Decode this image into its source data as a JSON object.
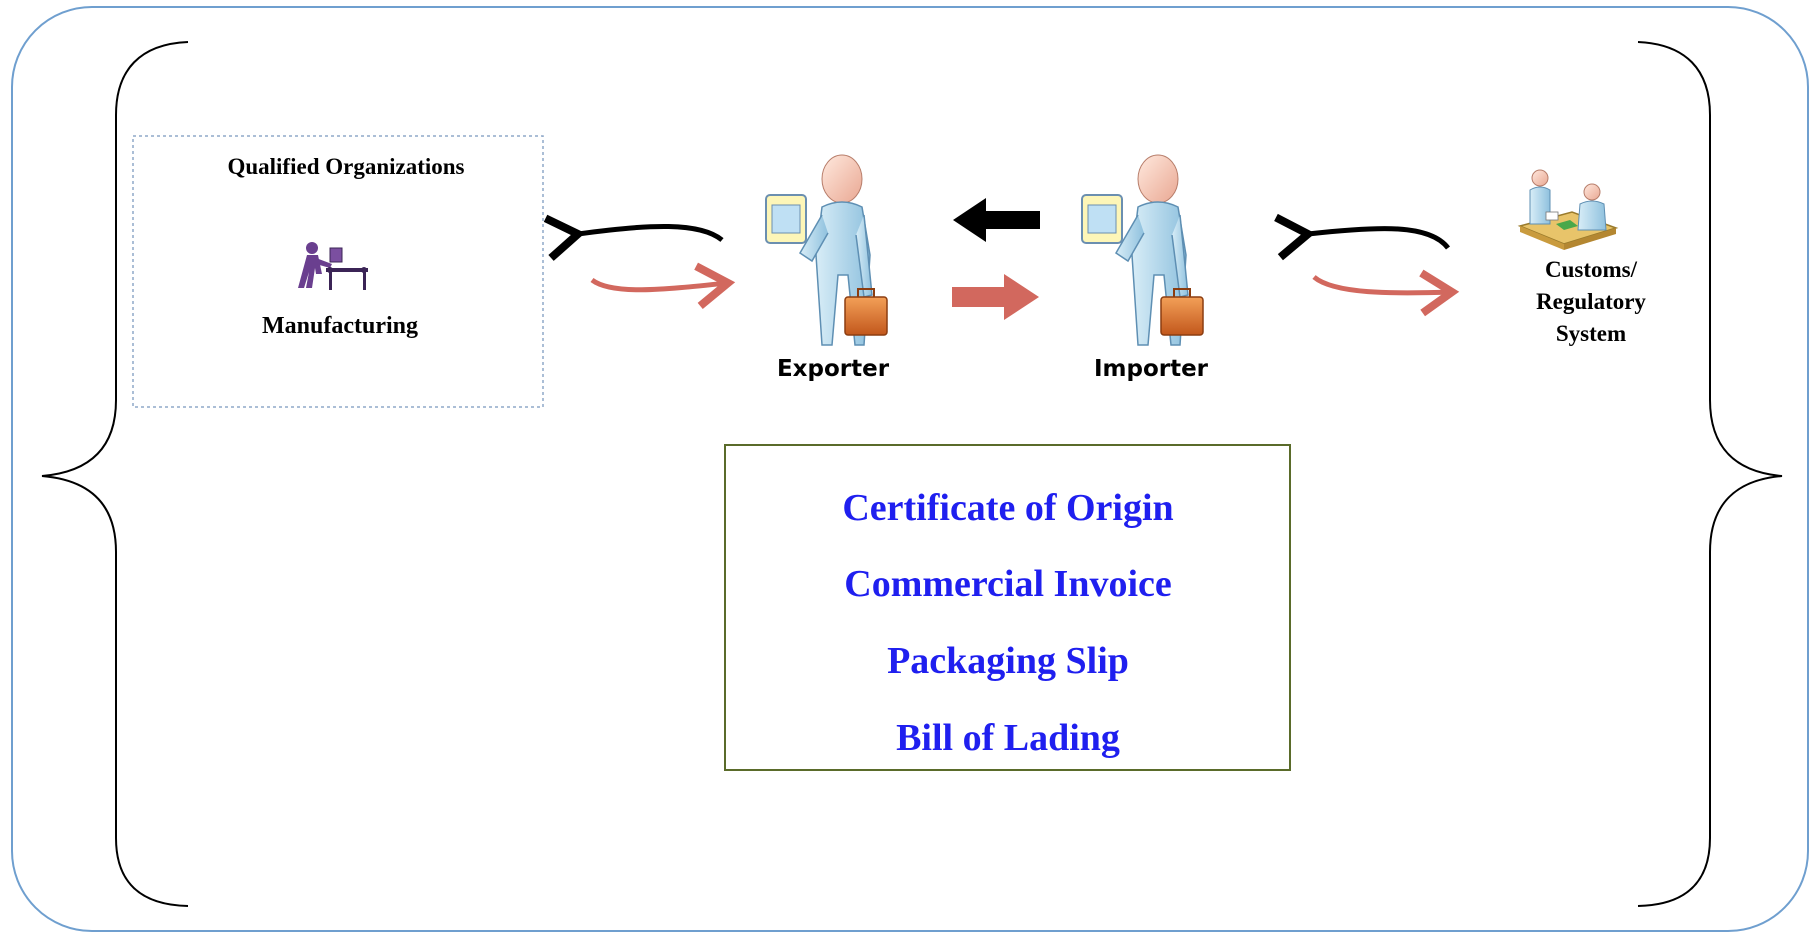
{
  "qualified_org": {
    "title": "Qualified Organizations",
    "label": "Manufacturing",
    "icon": "manufacturing-worker-icon"
  },
  "exporter": {
    "label": "Exporter",
    "icon": "business-person-icon"
  },
  "importer": {
    "label": "Importer",
    "icon": "business-person-icon"
  },
  "customs": {
    "label_line1": "Customs/",
    "label_line2": "Regulatory",
    "label_line3": "System",
    "icon": "customs-desk-icon"
  },
  "documents": [
    "Certificate of Origin",
    "Commercial Invoice",
    "Packaging Slip",
    "Bill of Lading"
  ],
  "colors": {
    "frame_border": "#6f9fcf",
    "brace": "#000000",
    "doc_text": "#1f1fef",
    "doc_box_border": "#5a6b2a",
    "arrow_black": "#000000",
    "arrow_red": "#d2685e",
    "dotted_box": "#8fa8c8"
  }
}
